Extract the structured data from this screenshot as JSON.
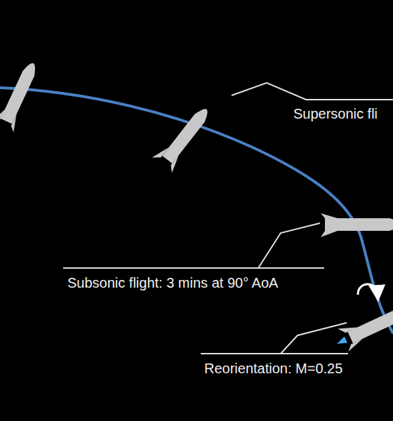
{
  "diagram": {
    "labels": [
      "Supersonic fli",
      "Subsonic flight: 3 mins at 90° AoA",
      "Reorientation: M=0.25"
    ]
  }
}
